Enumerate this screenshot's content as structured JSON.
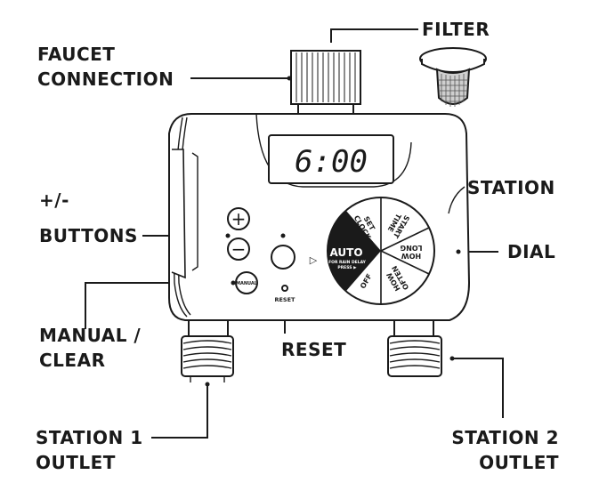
{
  "labels": {
    "filter": "FILTER",
    "faucet_line1": "FAUCET",
    "faucet_line2": "CONNECTION",
    "station": "STATION",
    "plus_minus": "+/-",
    "buttons": "BUTTONS",
    "dial": "DIAL",
    "manual_line1": "MANUAL /",
    "manual_line2": "CLEAR",
    "reset": "RESET",
    "station1_line1": "STATION 1",
    "station1_line2": "OUTLET",
    "station2_line1": "STATION 2",
    "station2_line2": "OUTLET"
  },
  "device": {
    "display_time": "6:00",
    "manual_button": "MANUAL",
    "reset_small": "RESET",
    "dial_auto": "AUTO",
    "dial_auto_sub1": "FOR RAIN DELAY",
    "dial_auto_sub2": "PRESS ▶",
    "dial_set_clock_1": "SET",
    "dial_set_clock_2": "CLOCK",
    "dial_start_time_1": "START",
    "dial_start_time_2": "TIME",
    "dial_how_long_1": "HOW",
    "dial_how_long_2": "LONG",
    "dial_how_often_1": "HOW",
    "dial_how_often_2": "OFTEN",
    "dial_off": "OFF"
  },
  "icons": {
    "plus": "+",
    "minus": "−",
    "arrow": "▷"
  },
  "colors": {
    "ink": "#1a1a1a",
    "background": "#ffffff"
  }
}
